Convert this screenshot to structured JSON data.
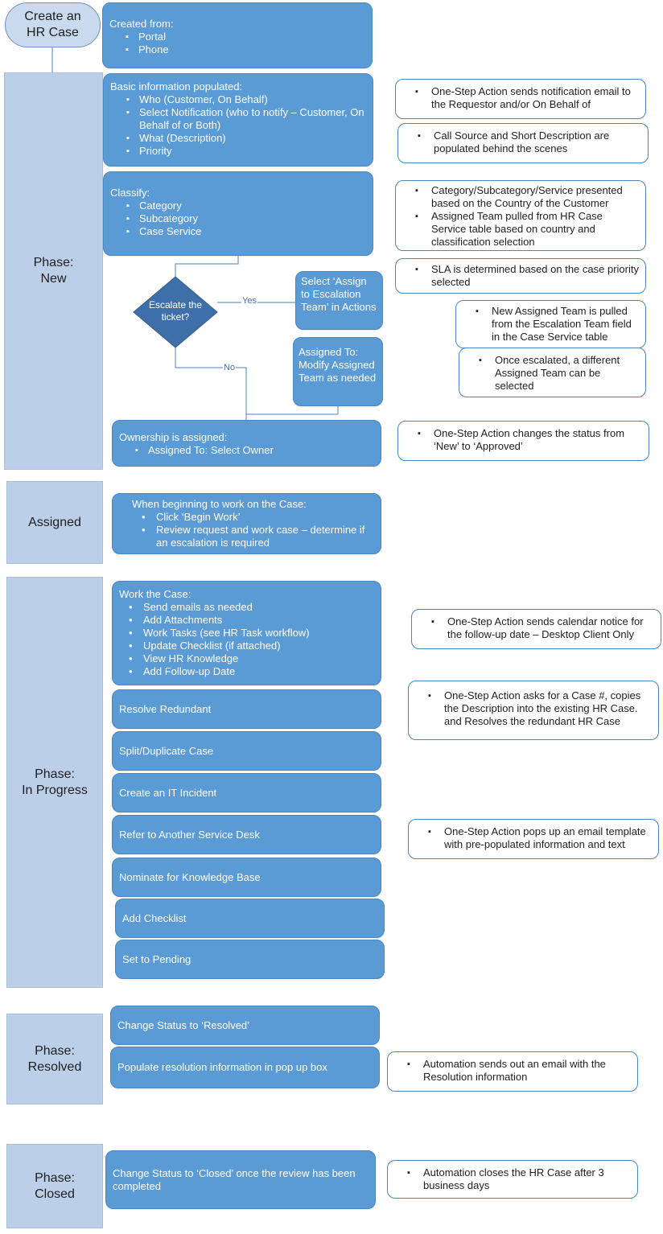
{
  "start": {
    "label": "Create an HR Case"
  },
  "phases": {
    "new": "Phase:\nNew",
    "assigned": "Assigned",
    "in_progress": "Phase:\nIn Progress",
    "resolved": "Phase:\nResolved",
    "closed": "Phase:\nClosed"
  },
  "created_from": {
    "title": "Created from:",
    "items": [
      "Portal",
      "Phone"
    ]
  },
  "basic_info": {
    "title": "Basic information populated:",
    "items": [
      "Who (Customer, On Behalf)",
      "Select Notification (who to notify – Customer, On Behalf of or Both)",
      "What (Description)",
      "Priority"
    ]
  },
  "classify": {
    "title": "Classify:",
    "items": [
      "Category",
      "Subcategory",
      "Case Service"
    ]
  },
  "decision": {
    "label": "Escalate the ticket?",
    "yes": "Yes",
    "no": "No"
  },
  "select_assign": {
    "text": "Select ‘Assign to Escalation Team’ in Actions"
  },
  "assigned_to_modify": {
    "text": "Assigned To: Modify Assigned Team as needed"
  },
  "ownership": {
    "title": "Ownership is assigned:",
    "items": [
      "Assigned To: Select Owner"
    ]
  },
  "begin_work": {
    "title": "When beginning to work on the Case:",
    "items": [
      "Click ‘Begin Work’",
      "Review request and work case – determine if an escalation is required"
    ]
  },
  "work_case": {
    "title": "Work the Case:",
    "items": [
      "Send emails as needed",
      "Add Attachments",
      "Work Tasks (see HR Task workflow)",
      "Update Checklist (if attached)",
      "View HR Knowledge",
      "Add Follow-up Date"
    ]
  },
  "actions": {
    "resolve_redundant": "Resolve Redundant",
    "split_duplicate": "Split/Duplicate Case",
    "create_it_incident": "Create an IT Incident",
    "refer_service_desk": "Refer to Another Service Desk",
    "nominate_kb": "Nominate for Knowledge Base",
    "add_checklist": "Add Checklist",
    "set_pending": "Set to Pending"
  },
  "resolved": {
    "change_status": "Change Status to ‘Resolved’",
    "populate": "Populate resolution information in pop up box"
  },
  "closed": {
    "change_status": "Change Status to ‘Closed’ once the review has been completed"
  },
  "notes": {
    "notify_email": "One-Step Action sends notification email to the Requestor and/or On Behalf of",
    "call_source": "Call Source and Short Description are populated behind the scenes",
    "category_country": "Category/Subcategory/Service presented based on the Country of the Customer",
    "assigned_team": "Assigned Team pulled from HR Case Service table based on country and classification selection",
    "sla": "SLA is determined based on the case priority selected",
    "new_team": "New Assigned Team is pulled from the Escalation Team field in the Case Service table",
    "once_escalated": "Once escalated, a different Assigned Team can be selected",
    "status_approved": "One-Step Action changes the status from ‘New’ to ‘Approved’",
    "calendar": "One-Step Action sends calendar notice for the follow-up date – Desktop Client Only",
    "case_number": "One-Step Action asks for a Case #, copies the Description into the existing HR Case. and Resolves the redundant HR Case",
    "email_template": "One-Step Action pops up an email template with pre-populated information and text",
    "resolution_email": "Automation sends out an email with the Resolution information",
    "auto_close": "Automation closes the HR Case after 3 business days"
  }
}
